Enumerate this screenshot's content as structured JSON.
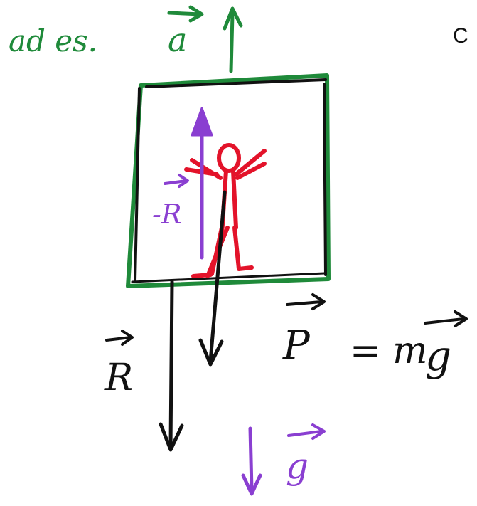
{
  "corner_label": "C",
  "acceleration_label": "ad es.",
  "acceleration_vector": "a",
  "reaction_on_person_label": "-R",
  "reaction_label": "R",
  "weight_label": "P",
  "weight_equals": "= m",
  "weight_g": "g",
  "gravity_label": "g",
  "colors": {
    "green": "#1f8a3a",
    "black": "#111111",
    "purple": "#8a3fd1",
    "red": "#e3132a"
  }
}
